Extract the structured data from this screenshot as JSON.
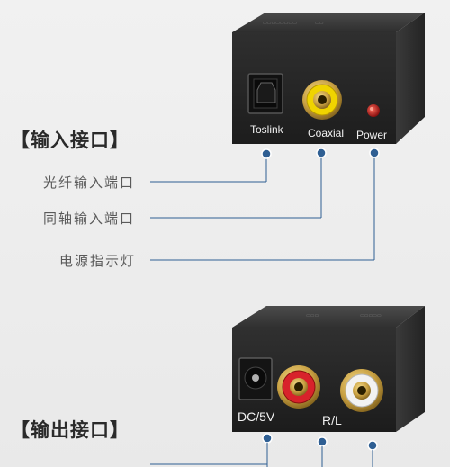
{
  "input_section": {
    "title": "【输入接口】",
    "port_labels": {
      "toslink": "Toslink",
      "coaxial": "Coaxial",
      "power": "Power"
    },
    "descriptions": {
      "optical": "光纤输入端口",
      "coaxial": "同轴输入端口",
      "power_led": "电源指示灯"
    }
  },
  "output_section": {
    "title": "【输出接口】",
    "port_labels": {
      "dc": "DC/5V",
      "rl": "R/L"
    }
  },
  "colors": {
    "device_body": "#2b2b2b",
    "leader_line": "#2f5f93",
    "rca_yellow": "#f0d400",
    "rca_red": "#d8222b",
    "rca_white": "#f2f2f2",
    "led_red": "#c81e1e",
    "gold": "#c8a042"
  }
}
